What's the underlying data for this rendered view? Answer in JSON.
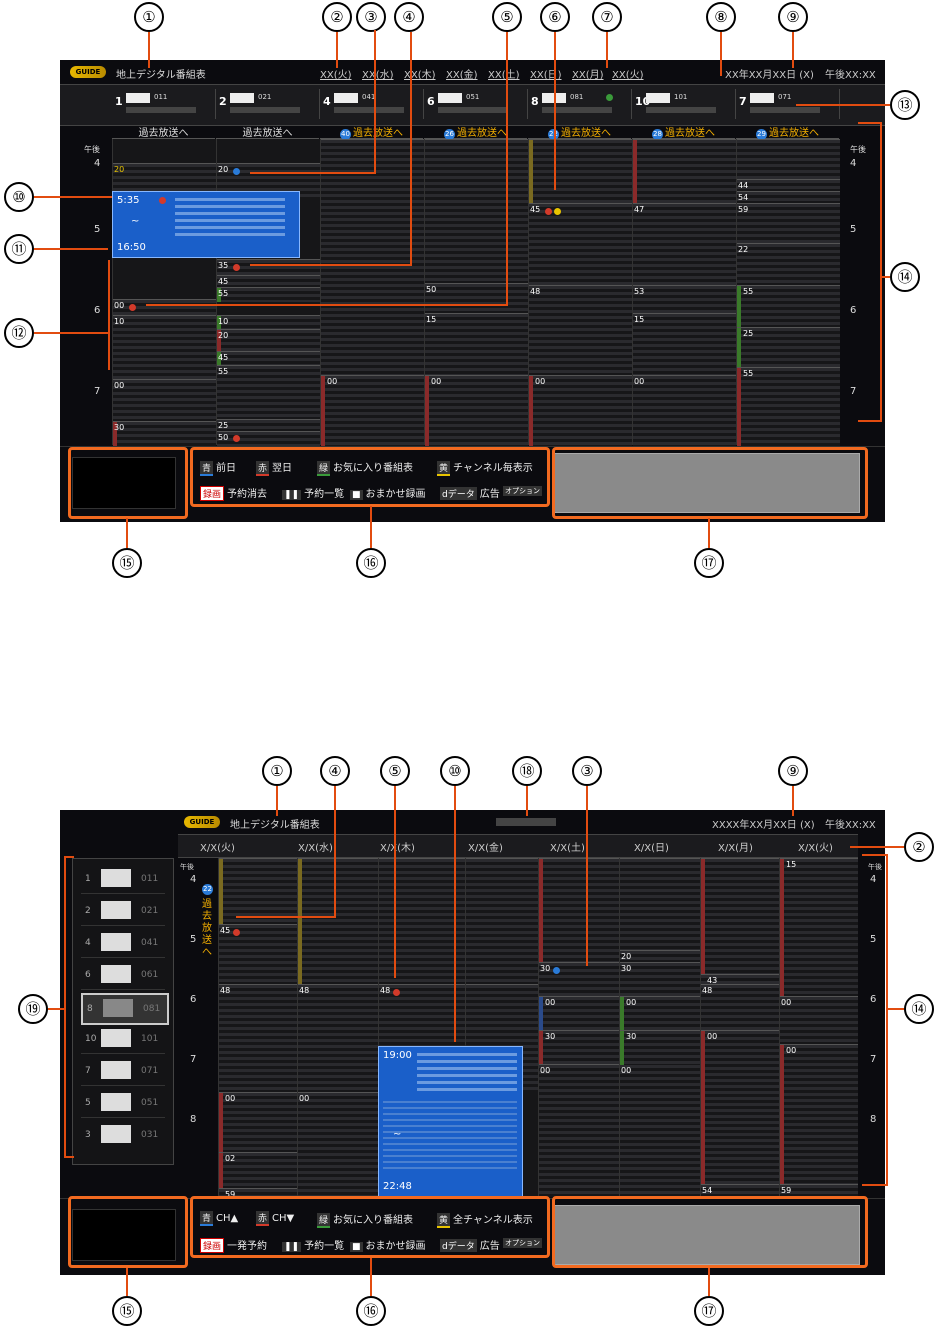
{
  "shared": {
    "guide_logo": "GUIDE",
    "title": "地上デジタル番組表",
    "clock_time": "午後XX:XX"
  },
  "s1": {
    "date_display": "XX年XX月XX日 (X)",
    "day_tabs": [
      "XX(火)",
      "XX(水)",
      "XX(木)",
      "XX(金)",
      "XX(土)",
      "XX(日)",
      "XX(月)",
      "XX(火)"
    ],
    "channels": [
      {
        "num": "1",
        "code": "011"
      },
      {
        "num": "2",
        "code": "021"
      },
      {
        "num": "4",
        "code": "041"
      },
      {
        "num": "6",
        "code": "051"
      },
      {
        "num": "8",
        "code": "081"
      },
      {
        "num": "10",
        "code": "101"
      },
      {
        "num": "7",
        "code": "071"
      }
    ],
    "past_labels": [
      {
        "prefix": "",
        "text": "過去放送へ"
      },
      {
        "prefix": "",
        "text": "過去放送へ"
      },
      {
        "prefix": "40",
        "text": "過去放送へ"
      },
      {
        "prefix": "26",
        "text": "過去放送へ"
      },
      {
        "prefix": "22",
        "text": "過去放送へ"
      },
      {
        "prefix": "28",
        "text": "過去放送へ"
      },
      {
        "prefix": "29",
        "text": "過去放送へ"
      }
    ],
    "left_times": {
      "ampm": "午後",
      "h4": "4",
      "h5": "5",
      "h6": "6",
      "h7": "7"
    },
    "right_times": {
      "ampm": "午後",
      "h4": "4",
      "h5": "5",
      "h6": "6",
      "h7": "7"
    },
    "selected": {
      "start": "5:35",
      "tilde": "~",
      "end": "16:50"
    },
    "col1_mins": [
      "20",
      "00",
      "10",
      "00",
      "30"
    ],
    "col2_mins": [
      "20",
      "35",
      "45",
      "55",
      "10",
      "20",
      "45",
      "55",
      "25",
      "50"
    ],
    "col4_mins": [
      "50",
      "15",
      "00"
    ],
    "col5_mins": [
      "45",
      "48",
      "00"
    ],
    "col6_mins": [
      "47",
      "53",
      "15",
      "00"
    ],
    "col7_mins": [
      "44",
      "54",
      "59",
      "22",
      "55",
      "25",
      "55"
    ]
  },
  "s2": {
    "date_display": "XXXX年XX月XX日 (X)",
    "station_name": "",
    "day_tabs": [
      "X/X(火)",
      "X/X(水)",
      "X/X(木)",
      "X/X(金)",
      "X/X(土)",
      "X/X(日)",
      "X/X(月)",
      "X/X(火)"
    ],
    "left_times": {
      "ampm": "午後",
      "h4": "4",
      "h5": "5",
      "h6": "6",
      "h7": "7",
      "h8": "8"
    },
    "right_times": {
      "ampm": "午後",
      "h4": "4",
      "h5": "5",
      "h6": "6",
      "h7": "7",
      "h8": "8"
    },
    "past_prefix": "22",
    "past_vertical": "過去放送へ",
    "selected": {
      "start": "19:00",
      "tilde": "~",
      "end": "22:48"
    },
    "channel_list": [
      {
        "num": "1",
        "code": "011"
      },
      {
        "num": "2",
        "code": "021"
      },
      {
        "num": "4",
        "code": "041"
      },
      {
        "num": "6",
        "code": "061"
      },
      {
        "num": "8",
        "code": "081"
      },
      {
        "num": "10",
        "code": "101"
      },
      {
        "num": "7",
        "code": "071"
      },
      {
        "num": "5",
        "code": "051"
      },
      {
        "num": "3",
        "code": "031"
      }
    ],
    "col_mins": {
      "c1": [
        "45",
        "48",
        "00",
        "02",
        "59"
      ],
      "c2": [
        "48",
        "00"
      ],
      "c3": [
        "48"
      ],
      "c5": [
        "30",
        "00",
        "30",
        "00"
      ],
      "c6": [
        "20",
        "30",
        "00",
        "00",
        "30"
      ],
      "c7": [
        "43",
        "48",
        "00",
        "54"
      ],
      "c8": [
        "15",
        "00",
        "00",
        "59"
      ]
    }
  },
  "footer1": {
    "blue_key": "青",
    "blue_label": "前日",
    "red_key": "赤",
    "red_label": "翌日",
    "green_key": "緑",
    "green_label": "お気に入り番組表",
    "yellow_key": "黄",
    "yellow_label": "チャンネル毎表示",
    "rec_key": "録画",
    "rec_label": "予約消去",
    "pause_key": "❚❚",
    "pause_label": "予約一覧",
    "stop_key": "■",
    "stop_label": "おまかせ録画",
    "d_key": "dデータ",
    "d_label": "広告",
    "opt_key": "オプション"
  },
  "footer2": {
    "blue_key": "青",
    "blue_label": "CH▲",
    "red_key": "赤",
    "red_label": "CH▼",
    "green_key": "緑",
    "green_label": "お気に入り番組表",
    "yellow_key": "黄",
    "yellow_label": "全チャンネル表示",
    "rec_key": "録画",
    "rec_label": "一発予約",
    "pause_key": "❚❚",
    "pause_label": "予約一覧",
    "stop_key": "■",
    "stop_label": "おまかせ録画",
    "d_key": "dデータ",
    "d_label": "広告",
    "opt_key": "オプション"
  },
  "callouts": {
    "c1": "①",
    "c2": "②",
    "c3": "③",
    "c4": "④",
    "c5": "⑤",
    "c6": "⑥",
    "c7": "⑦",
    "c8": "⑧",
    "c9": "⑨",
    "c10": "⑩",
    "c11": "⑪",
    "c12": "⑫",
    "c13": "⑬",
    "c14": "⑭",
    "c15": "⑮",
    "c16": "⑯",
    "c17": "⑰",
    "c18": "⑱",
    "c19": "⑲"
  },
  "colors": {
    "accent": "#f26a20",
    "selected_bg": "#1a5fc9",
    "past_highlight": "#f5b000",
    "blue": "#2a7bd8",
    "red": "#d23a2a",
    "green": "#3a9a3a",
    "yellow": "#e8c400"
  }
}
